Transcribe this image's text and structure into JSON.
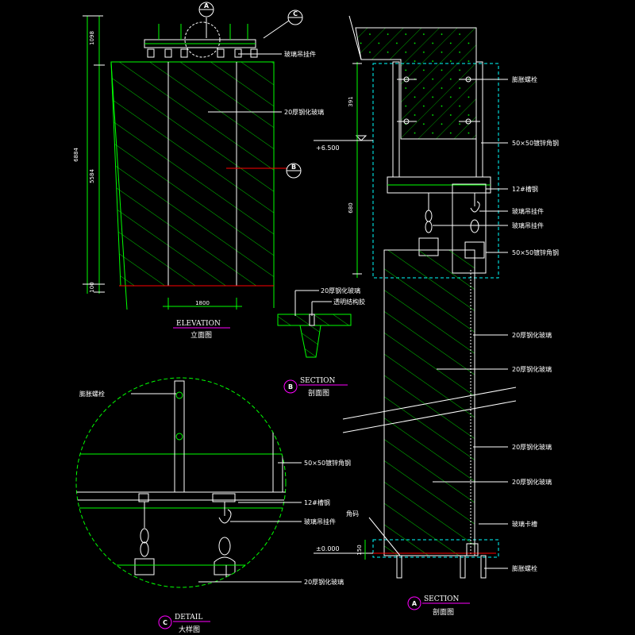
{
  "colors": {
    "background": "#000000",
    "green": "#00ff00",
    "white": "#ffffff",
    "cyan": "#00ffff",
    "magenta": "#ff00ff",
    "red": "#ff0000",
    "yellow": "#ffff00"
  },
  "elevation": {
    "title": "ELEVATION",
    "subtitle": "立面图",
    "dims": {
      "total": "6884",
      "top": "1098",
      "mid": "5584",
      "bottom": "100",
      "width": "1800"
    },
    "labels": {
      "hanger": "玻璃吊挂件",
      "glass": "20厚钢化玻璃"
    },
    "bubble_a": "A",
    "bubble_b": "B",
    "bubble_c": "C"
  },
  "section_b": {
    "title": "SECTION",
    "subtitle": "剖面图",
    "bubble": "B",
    "labels": {
      "glass": "20厚钢化玻璃",
      "sealant": "透明结构胶"
    }
  },
  "section_a": {
    "title": "SECTION",
    "subtitle": "剖面图",
    "bubble": "A",
    "levels": {
      "top": "+6.500",
      "bottom": "±0.000"
    },
    "dims": {
      "d1": "391",
      "d2": "680",
      "d3": "150"
    },
    "labels": {
      "anchor_bolt": "膨胀螺栓",
      "angle_steel": "50×50镀锌角钢",
      "channel": "12#槽钢",
      "hanger1": "玻璃吊挂件",
      "hanger2": "玻璃吊挂件",
      "angle_steel2": "50×50镀锌角钢",
      "glass1": "20厚钢化玻璃",
      "glass2": "20厚钢化玻璃",
      "glass3": "20厚钢化玻璃",
      "glass4": "20厚钢化玻璃",
      "angle": "角码",
      "clip": "玻璃卡槽",
      "anchor_bolt2": "膨胀螺栓"
    }
  },
  "detail_c": {
    "title": "DETAIL",
    "subtitle": "大样图",
    "bubble": "C",
    "labels": {
      "anchor_bolt": "膨胀螺栓",
      "angle_steel": "50×50镀锌角钢",
      "channel": "12#槽钢",
      "hanger": "玻璃吊挂件",
      "glass": "20厚钢化玻璃"
    }
  }
}
